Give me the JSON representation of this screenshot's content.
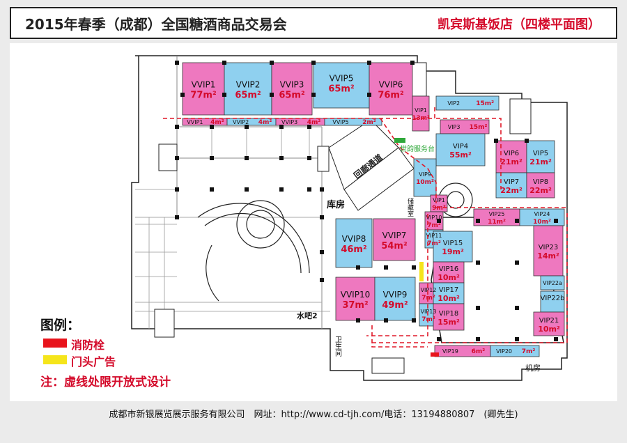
{
  "header": {
    "title_left": "2015年春季（成都）全国糖酒商品交易会",
    "title_right": "凯宾斯基饭店（四楼平面图）"
  },
  "legend": {
    "title": "图例：",
    "items": [
      {
        "label": "消防栓",
        "color": "#e8141c"
      },
      {
        "label": "门头广告",
        "color": "#f5e51b"
      }
    ],
    "note": "注：虚线处限开放式设计"
  },
  "footer": {
    "text": "成都市新银展览展示服务有限公司　网址：http://www.cd-tjh.com/电话：13194880807　(卿先生)"
  },
  "colors": {
    "pink": "#ee78bf",
    "blue": "#8fd0ef",
    "red_text": "#d40a2a",
    "green_sign": "#2fa83a"
  },
  "rooms": [
    {
      "name": "VVIP1",
      "area": "77m²",
      "color": "pink"
    },
    {
      "name": "VVIP2",
      "area": "65m²",
      "color": "blue"
    },
    {
      "name": "VVIP3",
      "area": "65m²",
      "color": "pink"
    },
    {
      "name": "VVIP5",
      "area": "65m²",
      "color": "blue"
    },
    {
      "name": "VVIP6",
      "area": "76m²",
      "color": "pink"
    },
    {
      "name": "VIP1",
      "area": "13m²",
      "color": "pink"
    },
    {
      "name": "VIP2",
      "area": "15m²",
      "color": "blue"
    },
    {
      "name": "VIP3",
      "area": "15m²",
      "color": "pink"
    },
    {
      "name": "VIP4",
      "area": "55m²",
      "color": "blue"
    },
    {
      "name": "VIP6",
      "area": "21m²",
      "color": "pink"
    },
    {
      "name": "VIP5",
      "area": "21m²",
      "color": "blue"
    },
    {
      "name": "VIP7",
      "area": "22m²",
      "color": "blue"
    },
    {
      "name": "VIP8",
      "area": "22m²",
      "color": "pink"
    },
    {
      "name": "VVIP1",
      "area": "4m²",
      "color": "pink"
    },
    {
      "name": "VVIP2",
      "area": "4m²",
      "color": "blue"
    },
    {
      "name": "VVIP3",
      "area": "4m²",
      "color": "pink"
    },
    {
      "name": "VVIP5",
      "area": "2m²",
      "color": "blue"
    },
    {
      "name": "VIP9",
      "area": "10m²",
      "color": "blue"
    },
    {
      "name": "VIP1",
      "area": "9m²",
      "color": "pink"
    },
    {
      "name": "VIP10",
      "area": "7m²",
      "color": "pink"
    },
    {
      "name": "VIP11",
      "area": "7m²",
      "color": "blue"
    },
    {
      "name": "VIP12",
      "area": "7m²",
      "color": "pink"
    },
    {
      "name": "VIP13",
      "area": "7m²",
      "color": "blue"
    },
    {
      "name": "VVIP8",
      "area": "46m²",
      "color": "blue"
    },
    {
      "name": "VVIP7",
      "area": "54m²",
      "color": "pink"
    },
    {
      "name": "VVIP10",
      "area": "37m²",
      "color": "pink"
    },
    {
      "name": "VVIP9",
      "area": "49m²",
      "color": "blue"
    },
    {
      "name": "VIP15",
      "area": "19m²",
      "color": "blue"
    },
    {
      "name": "VIP16",
      "area": "10m²",
      "color": "pink"
    },
    {
      "name": "VIP17",
      "area": "10m²",
      "color": "blue"
    },
    {
      "name": "VIP18",
      "area": "15m²",
      "color": "pink"
    },
    {
      "name": "VIP25",
      "area": "11m²",
      "color": "pink"
    },
    {
      "name": "VIP24",
      "area": "10m²",
      "color": "blue"
    },
    {
      "name": "VIP23",
      "area": "14m²",
      "color": "pink"
    },
    {
      "name": "VIP22a",
      "area": "",
      "color": "blue"
    },
    {
      "name": "VIP22b",
      "area": "",
      "color": "blue"
    },
    {
      "name": "VIP21",
      "area": "10m²",
      "color": "pink"
    },
    {
      "name": "VIP19",
      "area": "6m²",
      "color": "pink"
    },
    {
      "name": "VIP20",
      "area": "7m²",
      "color": "blue"
    }
  ],
  "labels": {
    "service_desk": "世韵服务台",
    "corridor": "回廊通道",
    "storage": "库房",
    "storage_room": "储藏室",
    "water_bar": "水吧2",
    "restroom": "卫生间",
    "machine_room": "机房"
  }
}
